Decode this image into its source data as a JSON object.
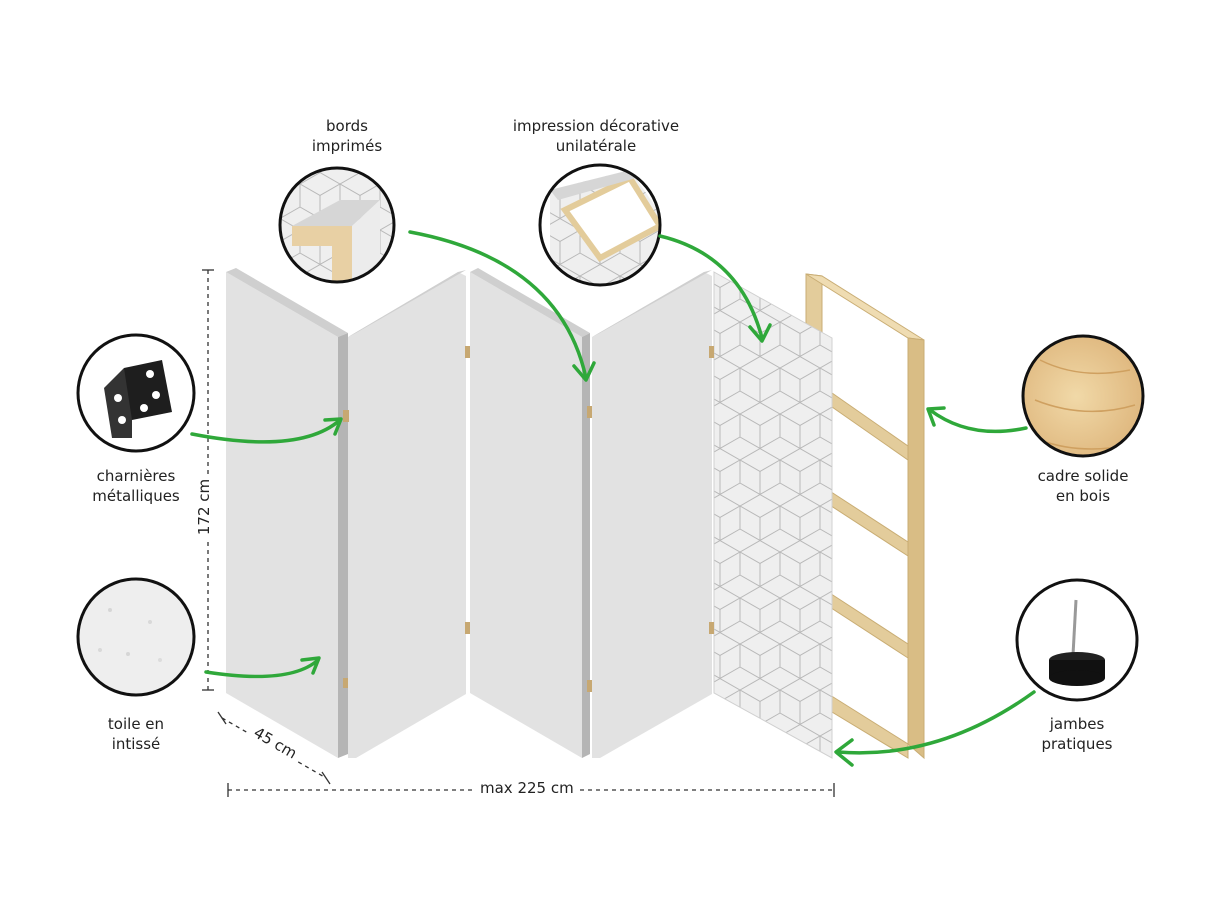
{
  "labels": {
    "bords_line1": "bords",
    "bords_line2": "imprimés",
    "impression_line1": "impression décorative",
    "impression_line2": "unilatérale",
    "charnieres_line1": "charnières",
    "charnieres_line2": "métalliques",
    "toile_line1": "toile en",
    "toile_line2": "intissé",
    "cadre_line1": "cadre solide",
    "cadre_line2": "en bois",
    "jambes_line1": "jambes",
    "jambes_line2": "pratiques"
  },
  "dimensions": {
    "height": "172 cm",
    "panel_width": "45 cm",
    "total_width": "max 225 cm"
  },
  "colors": {
    "panel_face": "#e2e2e2",
    "panel_edge": "#b5b5b5",
    "wood": "#e3cc9b",
    "wood_dark": "#c9ad74",
    "arrow": "#2fa83a",
    "circle_border": "#111111",
    "pattern_line": "#b8b8b8"
  }
}
